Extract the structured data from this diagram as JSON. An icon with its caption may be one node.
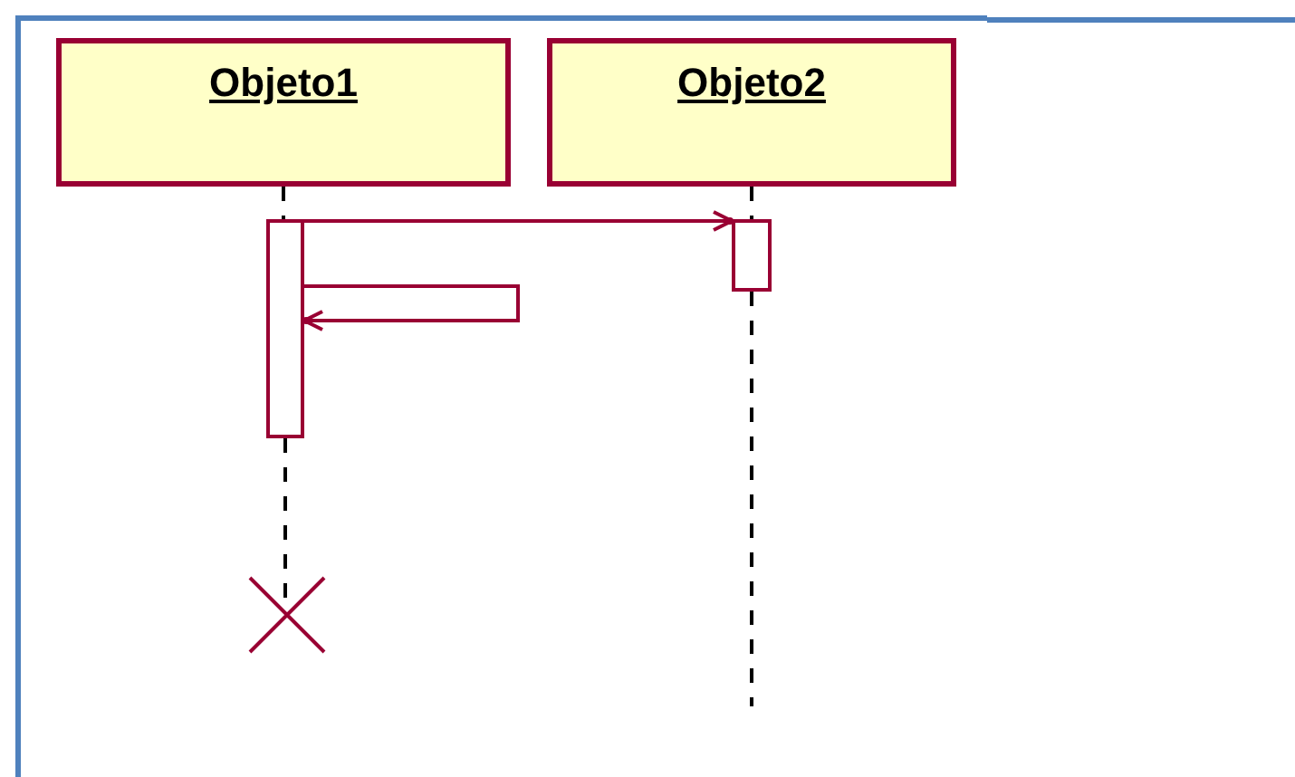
{
  "diagram": {
    "nodes": [
      {
        "text": [
          "Objeto1"
        ]
      },
      {
        "text": [
          "Objeto2"
        ]
      },
      {
        "text": [],
        "shape": "bar"
      },
      {
        "text": [],
        "shape": "bar"
      },
      {
        "text": [],
        "shape": "cross"
      }
    ],
    "edges": [
      {
        "from": 0,
        "to": 2,
        "arrow": "none",
        "style": "dashed"
      },
      {
        "from": 1,
        "to": 3,
        "arrow": "none",
        "style": "dashed"
      },
      {
        "from": 2,
        "to": 4,
        "arrow": "none",
        "style": "dashed"
      },
      {
        "from": 3,
        "to": null,
        "arrow": "none",
        "style": "dashed"
      },
      {
        "from": 2,
        "to": 3,
        "arrow": "to",
        "color": "#990033"
      },
      {
        "from": 2,
        "to": 2,
        "arrow": "to",
        "color": "#990033"
      }
    ]
  }
}
